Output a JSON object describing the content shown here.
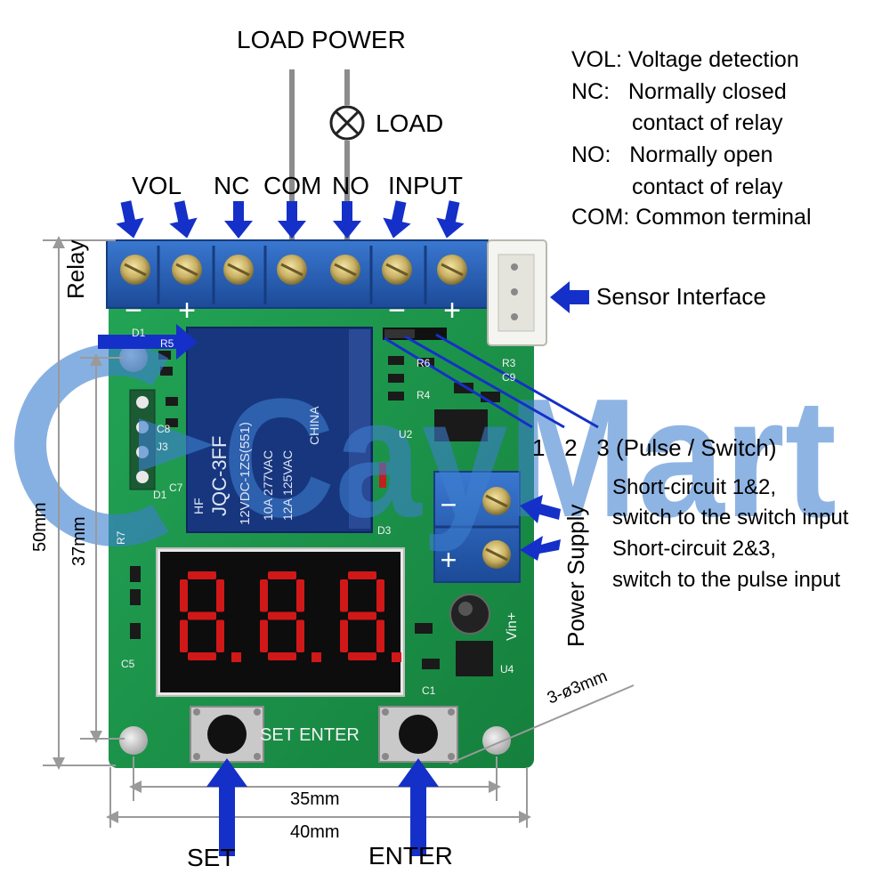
{
  "watermark": {
    "text": "CayMart"
  },
  "top_labels": {
    "load_power": "LOAD POWER",
    "load": "LOAD"
  },
  "terminals": {
    "vol": "VOL",
    "nc": "NC",
    "com": "COM",
    "no": "NO",
    "input": "INPUT",
    "signs": [
      "−",
      "+",
      "−",
      "+"
    ]
  },
  "legend": [
    {
      "line1": "VOL: Voltage detection"
    },
    {
      "line1": "NC:   Normally closed",
      "line2": "contact of relay"
    },
    {
      "line1": "NO:   Normally open",
      "line2": "contact of relay"
    },
    {
      "line1": "COM: Common terminal"
    }
  ],
  "sensor_interface": "Sensor Interface",
  "relay": "Relay",
  "jumper": {
    "title": "1   2   3 (Pulse / Switch)",
    "note1_a": "Short-circuit 1&2,",
    "note1_b": "switch to the switch input",
    "note2_a": "Short-circuit 2&3,",
    "note2_b": "switch to the pulse input"
  },
  "power_supply": "Power Supply",
  "power_signs": {
    "minus": "−",
    "plus": "+"
  },
  "pcb_labels": {
    "relay_brand": "JQC-3FF",
    "relay_model": "12VDC-1ZS(551)",
    "relay_rating1": "10A 277VAC",
    "relay_rating2": "12A 125VAC",
    "relay_origin": "CHINA",
    "hf": "HF",
    "silk_set_enter": "SET  ENTER",
    "vin": "Vin+",
    "refs": [
      "D1",
      "R5",
      "C8",
      "J3",
      "R7",
      "C5",
      "D1",
      "C7",
      "R6",
      "R4",
      "R3",
      "C9",
      "U2",
      "D3",
      "C1",
      "U4"
    ]
  },
  "display": {
    "digits": "8.8.8."
  },
  "dimensions": {
    "height_total": "50mm",
    "height_holes": "37mm",
    "width_holes": "35mm",
    "width_total": "40mm",
    "holes": "3-ø3mm"
  },
  "buttons": {
    "set": "SET",
    "enter": "ENTER"
  },
  "colors": {
    "pcb": "#1f9a4b",
    "terminal_blue": "#2a5db0",
    "arrow": "#1530c8",
    "watermark": "#3d7fd0",
    "display": "#d01818",
    "dimension_line": "#9a9a9a"
  }
}
